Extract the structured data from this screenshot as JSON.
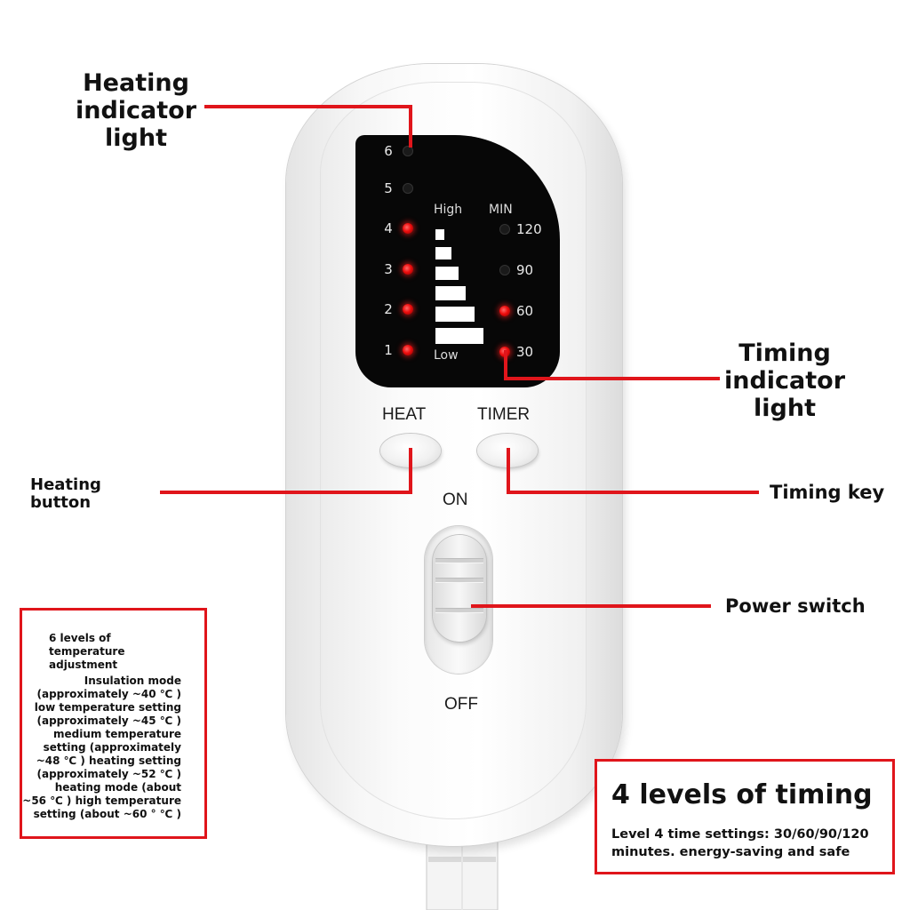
{
  "panel": {
    "heat_levels": [
      {
        "label": "6",
        "on": false
      },
      {
        "label": "5",
        "on": false
      },
      {
        "label": "4",
        "on": true
      },
      {
        "label": "3",
        "on": true
      },
      {
        "label": "2",
        "on": true
      },
      {
        "label": "1",
        "on": true
      }
    ],
    "scale_high": "High",
    "scale_low": "Low",
    "timer_header": "MIN",
    "timer_levels": [
      {
        "label": "120",
        "on": false
      },
      {
        "label": "90",
        "on": false
      },
      {
        "label": "60",
        "on": true
      },
      {
        "label": "30",
        "on": true
      }
    ]
  },
  "buttons": {
    "heat_label": "HEAT",
    "timer_label": "TIMER"
  },
  "switch": {
    "on_label": "ON",
    "off_label": "OFF"
  },
  "callouts": {
    "heating_indicator": [
      "Heating",
      "indicator",
      "light"
    ],
    "timing_indicator": [
      "Timing",
      "indicator",
      "light"
    ],
    "heating_button": [
      "Heating",
      "button"
    ],
    "timing_key": "Timing key",
    "power_switch": "Power switch"
  },
  "temp_box": {
    "heading": [
      "6 levels of",
      "temperature",
      "adjustment"
    ],
    "lines": [
      "Insulation mode",
      "(approximately ~40 ℃ )",
      "low temperature setting",
      "(approximately ~45 ℃ )",
      "medium temperature",
      "setting (approximately",
      "~48 ℃ ) heating setting",
      "(approximately ~52 ℃ )",
      "heating mode (about",
      "~56 ℃ ) high temperature",
      "setting (about ~60 ° ℃ )"
    ]
  },
  "timing_box": {
    "title": "4 levels of timing",
    "line1": "Level 4 time settings: 30/60/90/120",
    "line2": "minutes. energy-saving and safe"
  },
  "colors": {
    "accent_red": "#e0151b",
    "led_on": "#ee0d0d",
    "panel_bg": "#070707"
  }
}
